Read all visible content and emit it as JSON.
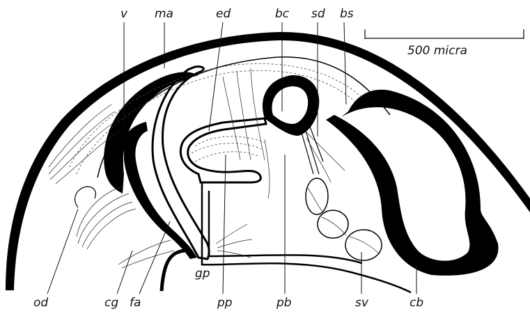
{
  "scale_bar": {
    "label": "500 micra"
  },
  "labels": {
    "v": "v",
    "ma": "ma",
    "ed": "ed",
    "bc": "bc",
    "sd": "sd",
    "bs": "bs",
    "od": "od",
    "cg": "cg",
    "fa": "fa",
    "gp": "gp",
    "pp": "pp",
    "pb": "pb",
    "sv": "sv",
    "cb": "cb"
  }
}
